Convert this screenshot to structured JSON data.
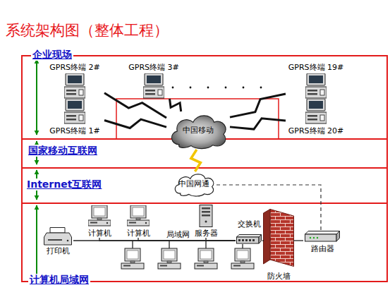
{
  "diagram": {
    "title": "系统架构图（整体工程）",
    "nodes": [
      {
        "text": [
          "企业现场"
        ]
      },
      {
        "text": [
          "国家移动互联网"
        ]
      },
      {
        "text": [
          "Internet互联网"
        ]
      },
      {
        "text": [
          "计算机局域网"
        ]
      },
      {
        "text": [
          "GPRS终端 2#"
        ],
        "in": 0
      },
      {
        "text": [
          "GPRS终端 3#"
        ],
        "in": 0
      },
      {
        "text": [
          "GPRS终端 19#"
        ],
        "in": 0
      },
      {
        "text": [
          "GPRS终端 1#"
        ],
        "in": 0
      },
      {
        "text": [
          "GPRS终端 20#"
        ],
        "in": 0
      },
      {
        "text": [
          "中国移动"
        ],
        "in": 1
      },
      {
        "text": [
          "中国网通"
        ],
        "in": 2
      },
      {
        "text": [
          "打印机"
        ],
        "in": 3
      },
      {
        "text": [
          "计算机"
        ],
        "in": 3
      },
      {
        "text": [
          "计算机"
        ],
        "in": 3
      },
      {
        "text": [
          "服务器"
        ],
        "in": 3
      },
      {
        "text": [
          "交换机"
        ],
        "in": 3
      },
      {
        "text": [
          "防火墙"
        ],
        "in": 3
      },
      {
        "text": [
          "路由器"
        ],
        "in": 3
      }
    ],
    "edges": [
      {
        "from": 4,
        "to": 9,
        "arrow": "none"
      },
      {
        "from": 5,
        "to": 9,
        "arrow": "none"
      },
      {
        "from": 6,
        "to": 9,
        "arrow": "none"
      },
      {
        "from": 7,
        "to": 9,
        "arrow": "none"
      },
      {
        "from": 8,
        "to": 9,
        "arrow": "none"
      },
      {
        "from": 9,
        "to": 10,
        "arrow": "none"
      },
      {
        "from": 10,
        "to": 17,
        "arrow": "none"
      },
      {
        "from": 11,
        "to": 15,
        "arrow": "none"
      },
      {
        "from": 12,
        "to": 15,
        "arrow": "none"
      },
      {
        "from": 13,
        "to": 15,
        "arrow": "none"
      },
      {
        "from": 14,
        "to": 15,
        "arrow": "none"
      },
      {
        "from": 15,
        "to": 16,
        "arrow": "none"
      },
      {
        "from": 16,
        "to": 17,
        "arrow": "none"
      }
    ],
    "labels": [
      "局域网"
    ]
  }
}
